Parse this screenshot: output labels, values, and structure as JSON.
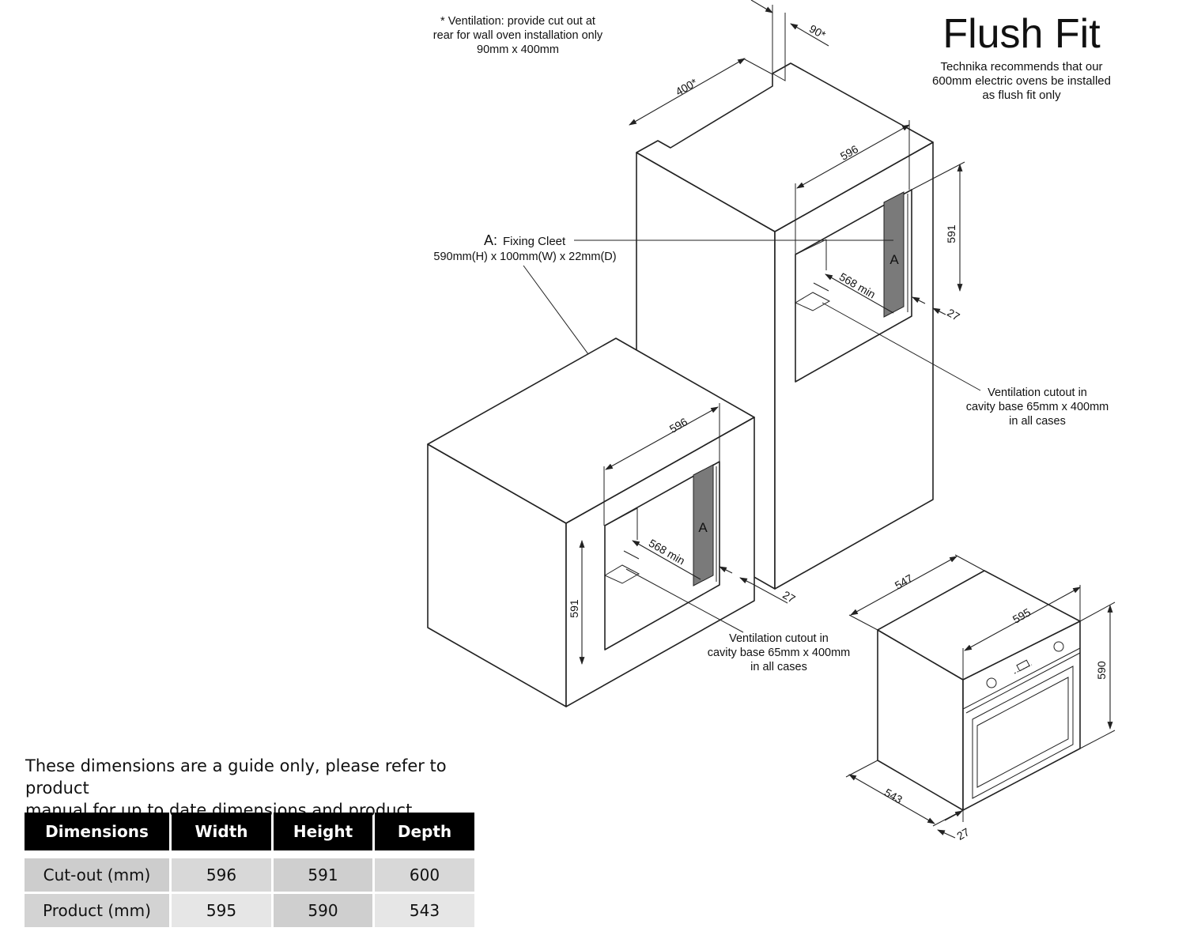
{
  "title": "Flush Fit",
  "subtitle": [
    "Technika recommends that our",
    "600mm electric ovens be installed",
    "as flush fit only"
  ],
  "ventilation_note": [
    "* Ventilation: provide cut out at",
    "rear for wall oven installation only",
    "90mm x 400mm"
  ],
  "fixing_cleet": {
    "label_letter": "A:",
    "label_name": "Fixing Cleet",
    "label_dims": "590mm(H) x 100mm(W) x 22mm(D)",
    "marker": "A"
  },
  "vent_cutout_note": [
    "Ventilation cutout in",
    "cavity base 65mm x 400mm",
    "in all cases"
  ],
  "tall_cabinet": {
    "dim_400": "400*",
    "dim_90": "90*",
    "dim_width": "596",
    "dim_height": "591",
    "dim_depth_min": "568 min",
    "dim_gap": "27"
  },
  "base_cabinet": {
    "dim_width": "596",
    "dim_height": "591",
    "dim_depth_min": "568 min",
    "dim_gap": "27"
  },
  "oven": {
    "dim_depth_top": "547",
    "dim_width": "595",
    "dim_height": "590",
    "dim_depth_bottom": "543",
    "dim_gap": "27"
  },
  "guide_note": "These dimensions are a guide only, please refer to product\nmanual for up to date dimensions and product information",
  "table": {
    "headers": [
      "Dimensions",
      "Width",
      "Height",
      "Depth"
    ],
    "rows": [
      [
        "Cut-out (mm)",
        "596",
        "591",
        "600"
      ],
      [
        "Product (mm)",
        "595",
        "590",
        "543"
      ]
    ]
  }
}
